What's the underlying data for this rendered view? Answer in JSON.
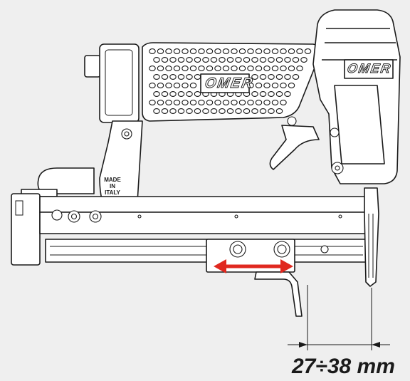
{
  "labels": {
    "made_in_line1": "MADE",
    "made_in_line2": "IN",
    "made_in_line3": "ITALY",
    "brand_grip": "OMER",
    "brand_head": "OMER",
    "dimension": "27÷38 mm"
  },
  "colors": {
    "background": "#efefef",
    "outline": "#1a1a1a",
    "adjust_arrow": "#e0281f"
  }
}
